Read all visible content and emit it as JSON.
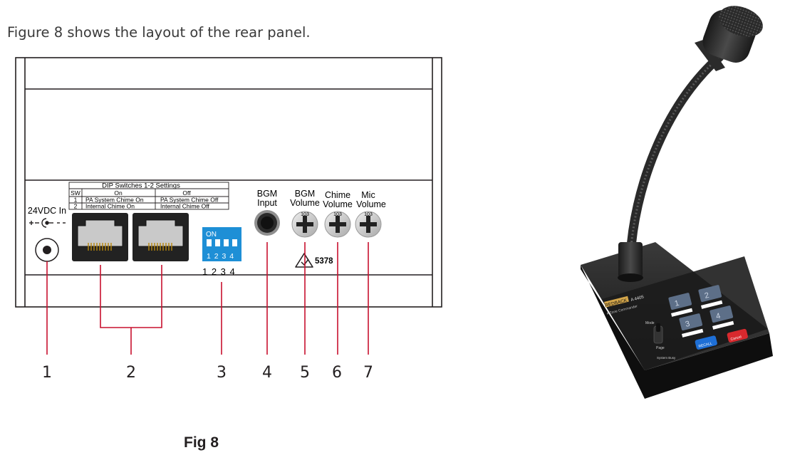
{
  "intro_text": "Figure 8 shows the layout of the rear panel.",
  "caption": "Fig 8",
  "dip_table": {
    "title": "DIP Switches 1-2  Settings",
    "header": {
      "sw": "SW",
      "on": "On",
      "off": "Off"
    },
    "rows": [
      {
        "sw": "1",
        "on": "PA System Chime On",
        "off": "PA System Chime Off"
      },
      {
        "sw": "2",
        "on": "Internal Chime On",
        "off": "Internal Chime Off"
      }
    ]
  },
  "panel_labels": {
    "power": "24VDC In",
    "dip_on": "ON",
    "dip_numbers": "1 2 3 4",
    "bgm_input": [
      "BGM",
      "Input"
    ],
    "bgm_volume": [
      "BGM",
      "Volume"
    ],
    "chime_volume": [
      "Chime",
      "Volume"
    ],
    "mic_volume": [
      "Mic",
      "Volume"
    ],
    "pot_marking": "103",
    "approval_number": "5378"
  },
  "callouts": [
    "1",
    "2",
    "3",
    "4",
    "5",
    "6",
    "7"
  ],
  "colors": {
    "callout_line": "#c8102e",
    "dip_switch": "#1e8fd6",
    "outline": "#231f20"
  },
  "product": {
    "brand": "REDBACK",
    "model": "A 4405",
    "subtitle": "4 Zone Commander",
    "zone_buttons": [
      "1",
      "2",
      "3",
      "4"
    ],
    "mode_label": "Mode",
    "page_label": "Page",
    "busy_label": "System Busy",
    "blue_button": "RECALL",
    "red_button": "Cancel"
  }
}
